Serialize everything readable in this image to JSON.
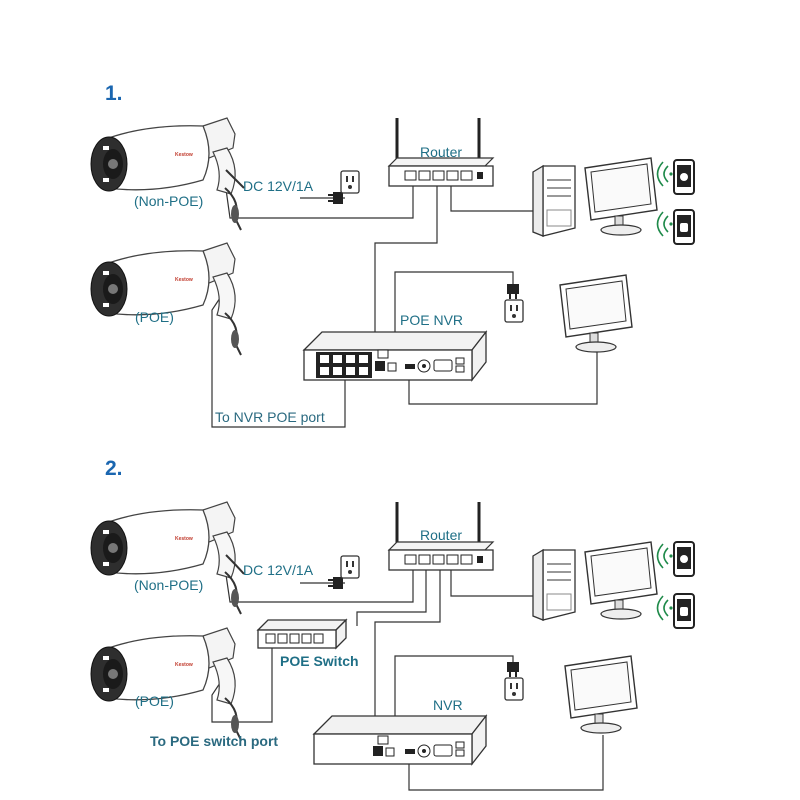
{
  "sections": [
    {
      "number": "1.",
      "non_poe_camera_label": "(Non-POE)",
      "poe_camera_label": "(POE)",
      "power_label": "DC 12V/1A",
      "router_label": "Router",
      "recorder_label": "POE NVR",
      "bottom_label": "To NVR POE port"
    },
    {
      "number": "2.",
      "non_poe_camera_label": "(Non-POE)",
      "poe_camera_label": "(POE)",
      "power_label": "DC 12V/1A",
      "router_label": "Router",
      "switch_label": "POE Switch",
      "recorder_label": "NVR",
      "bottom_label": "To POE switch port"
    }
  ],
  "camera_brand": "Kestow",
  "colors": {
    "label_teal": "#1f6f86",
    "number_blue": "#1a66b0",
    "line": "#333333"
  },
  "icons": [
    "camera-icon",
    "power-outlet-icon",
    "power-plug-icon",
    "router-icon",
    "pc-tower-icon",
    "monitor-icon",
    "apple-phone-icon",
    "android-phone-icon",
    "wifi-icon",
    "poe-switch-icon",
    "nvr-icon"
  ]
}
